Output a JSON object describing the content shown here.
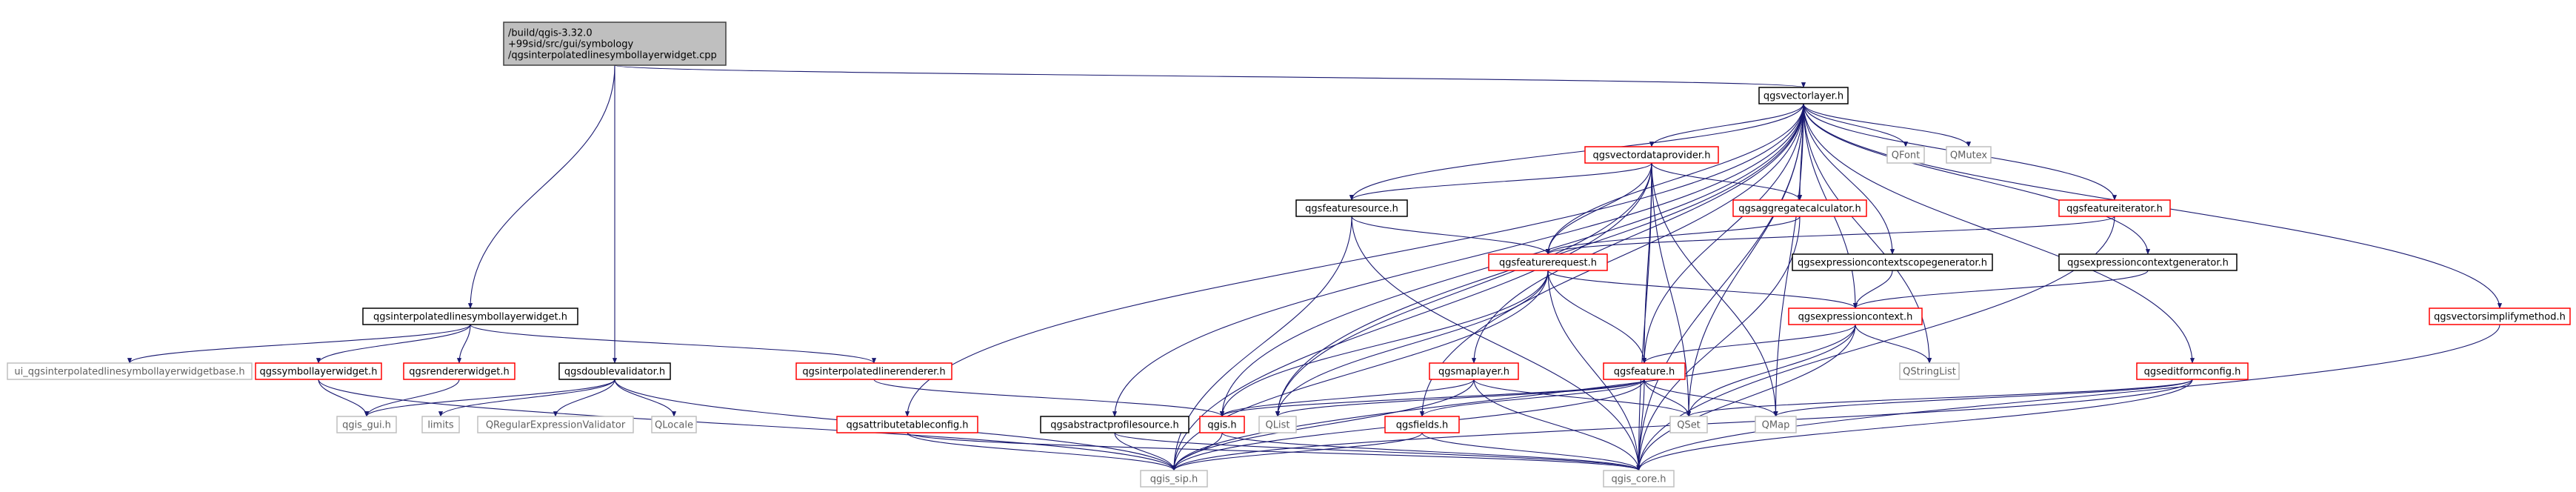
{
  "nodes": [
    {
      "id": "root",
      "lines": [
        "/build/qgis-3.32.0",
        "+99sid/src/gui/symbology",
        "/qgsinterpolatedlinesymbollayerwidget.cpp"
      ],
      "style": "root"
    },
    {
      "id": "qgsvectorlayer_h",
      "lines": [
        "qgsvectorlayer.h"
      ],
      "style": "plain"
    },
    {
      "id": "qfont",
      "lines": [
        "QFont"
      ],
      "style": "ext"
    },
    {
      "id": "qmutex",
      "lines": [
        "QMutex"
      ],
      "style": "ext"
    },
    {
      "id": "qgsvectordataprovider_h",
      "lines": [
        "qgsvectordataprovider.h"
      ],
      "style": "red"
    },
    {
      "id": "qgsfeaturesource_h",
      "lines": [
        "qgsfeaturesource.h"
      ],
      "style": "plain"
    },
    {
      "id": "qgsaggregatecalculator_h",
      "lines": [
        "qgsaggregatecalculator.h"
      ],
      "style": "red"
    },
    {
      "id": "qgsfeatureiterator_h",
      "lines": [
        "qgsfeatureiterator.h"
      ],
      "style": "red"
    },
    {
      "id": "qgsfeaturerequest_h",
      "lines": [
        "qgsfeaturerequest.h"
      ],
      "style": "red"
    },
    {
      "id": "qgsexpressioncontextscopegenerator_h",
      "lines": [
        "qgsexpressioncontextscopegenerator.h"
      ],
      "style": "plain"
    },
    {
      "id": "qgsexpressioncontextgenerator_h",
      "lines": [
        "qgsexpressioncontextgenerator.h"
      ],
      "style": "plain"
    },
    {
      "id": "qgsexpressioncontext_h",
      "lines": [
        "qgsexpressioncontext.h"
      ],
      "style": "red"
    },
    {
      "id": "qstringlist",
      "lines": [
        "QStringList"
      ],
      "style": "ext"
    },
    {
      "id": "qgsvectorsimplifymethod_h",
      "lines": [
        "qgsvectorsimplifymethod.h"
      ],
      "style": "red"
    },
    {
      "id": "qgsinterpolatedlinesymbollayerwidget_h",
      "lines": [
        "qgsinterpolatedlinesymbollayerwidget.h"
      ],
      "style": "plain"
    },
    {
      "id": "ui_base",
      "lines": [
        "ui_qgsinterpolatedlinesymbollayerwidgetbase.h"
      ],
      "style": "ext"
    },
    {
      "id": "qgssymbollayerwidget_h",
      "lines": [
        "qgssymbollayerwidget.h"
      ],
      "style": "red"
    },
    {
      "id": "qgsrendererwidget_h",
      "lines": [
        "qgsrendererwidget.h"
      ],
      "style": "red"
    },
    {
      "id": "qgsdoublevalidator_h",
      "lines": [
        "qgsdoublevalidator.h"
      ],
      "style": "plain"
    },
    {
      "id": "qgsinterpolatedlinerenderer_h",
      "lines": [
        "qgsinterpolatedlinerenderer.h"
      ],
      "style": "red"
    },
    {
      "id": "qgsmaplayer_h",
      "lines": [
        "qgsmaplayer.h"
      ],
      "style": "red"
    },
    {
      "id": "qgsfeature_h",
      "lines": [
        "qgsfeature.h"
      ],
      "style": "red"
    },
    {
      "id": "qgseditformconfig_h",
      "lines": [
        "qgseditformconfig.h"
      ],
      "style": "red"
    },
    {
      "id": "qgis_gui_h",
      "lines": [
        "qgis_gui.h"
      ],
      "style": "ext"
    },
    {
      "id": "limits",
      "lines": [
        "limits"
      ],
      "style": "ext"
    },
    {
      "id": "qregexpvalidator",
      "lines": [
        "QRegularExpressionValidator"
      ],
      "style": "ext"
    },
    {
      "id": "qlocale",
      "lines": [
        "QLocale"
      ],
      "style": "ext"
    },
    {
      "id": "qgis_h",
      "lines": [
        "qgis.h"
      ],
      "style": "red"
    },
    {
      "id": "qlist",
      "lines": [
        "QList"
      ],
      "style": "ext"
    },
    {
      "id": "qgsfields_h",
      "lines": [
        "qgsfields.h"
      ],
      "style": "red"
    },
    {
      "id": "qset",
      "lines": [
        "QSet"
      ],
      "style": "ext"
    },
    {
      "id": "qmap",
      "lines": [
        "QMap"
      ],
      "style": "ext"
    },
    {
      "id": "qgsattributetableconfig_h",
      "lines": [
        "qgsattributetableconfig.h"
      ],
      "style": "red"
    },
    {
      "id": "qgsabstractprofilesource_h",
      "lines": [
        "qgsabstractprofilesource.h"
      ],
      "style": "plain"
    },
    {
      "id": "qgis_sip_h",
      "lines": [
        "qgis_sip.h"
      ],
      "style": "ext"
    },
    {
      "id": "qgis_core_h",
      "lines": [
        "qgis_core.h"
      ],
      "style": "ext"
    }
  ],
  "edges": [
    [
      "root",
      "qgsvectorlayer_h"
    ],
    [
      "root",
      "qgsinterpolatedlinesymbollayerwidget_h"
    ],
    [
      "root",
      "qgsdoublevalidator_h"
    ],
    [
      "qgsvectorlayer_h",
      "qfont"
    ],
    [
      "qgsvectorlayer_h",
      "qmutex"
    ],
    [
      "qgsvectorlayer_h",
      "qgsvectordataprovider_h"
    ],
    [
      "qgsvectorlayer_h",
      "qgsfeaturesource_h"
    ],
    [
      "qgsvectorlayer_h",
      "qgsaggregatecalculator_h"
    ],
    [
      "qgsvectorlayer_h",
      "qgsfeatureiterator_h"
    ],
    [
      "qgsvectorlayer_h",
      "qgsfeaturerequest_h"
    ],
    [
      "qgsvectorlayer_h",
      "qgsexpressioncontextscopegenerator_h"
    ],
    [
      "qgsvectorlayer_h",
      "qgsexpressioncontextgenerator_h"
    ],
    [
      "qgsvectorlayer_h",
      "qgsexpressioncontext_h"
    ],
    [
      "qgsvectorlayer_h",
      "qstringlist"
    ],
    [
      "qgsvectorlayer_h",
      "qgsvectorsimplifymethod_h"
    ],
    [
      "qgsvectorlayer_h",
      "qgsmaplayer_h"
    ],
    [
      "qgsvectorlayer_h",
      "qgsfeature_h"
    ],
    [
      "qgsvectorlayer_h",
      "qgseditformconfig_h"
    ],
    [
      "qgsvectorlayer_h",
      "qgis_h"
    ],
    [
      "qgsvectorlayer_h",
      "qlist"
    ],
    [
      "qgsvectorlayer_h",
      "qgsfields_h"
    ],
    [
      "qgsvectorlayer_h",
      "qset"
    ],
    [
      "qgsvectorlayer_h",
      "qmap"
    ],
    [
      "qgsvectorlayer_h",
      "qgsattributetableconfig_h"
    ],
    [
      "qgsvectorlayer_h",
      "qgsabstractprofilesource_h"
    ],
    [
      "qgsvectorlayer_h",
      "qgis_core_h"
    ],
    [
      "qgsvectordataprovider_h",
      "qgsfeaturesource_h"
    ],
    [
      "qgsvectordataprovider_h",
      "qgsaggregatecalculator_h"
    ],
    [
      "qgsvectordataprovider_h",
      "qgsfeaturerequest_h"
    ],
    [
      "qgsvectordataprovider_h",
      "qgsfeature_h"
    ],
    [
      "qgsvectordataprovider_h",
      "qlist"
    ],
    [
      "qgsvectordataprovider_h",
      "qset"
    ],
    [
      "qgsvectordataprovider_h",
      "qmap"
    ],
    [
      "qgsvectordataprovider_h",
      "qgis_sip_h"
    ],
    [
      "qgsvectordataprovider_h",
      "qgis_core_h"
    ],
    [
      "qgsfeaturesource_h",
      "qgsfeaturerequest_h"
    ],
    [
      "qgsfeaturesource_h",
      "qgis_sip_h"
    ],
    [
      "qgsfeaturesource_h",
      "qgis_core_h"
    ],
    [
      "qgsaggregatecalculator_h",
      "qgsfeaturerequest_h"
    ],
    [
      "qgsaggregatecalculator_h",
      "qgis_core_h"
    ],
    [
      "qgsfeatureiterator_h",
      "qgsfeaturerequest_h"
    ],
    [
      "qgsfeatureiterator_h",
      "qgis_core_h"
    ],
    [
      "qgsfeaturerequest_h",
      "qgsexpressioncontext_h"
    ],
    [
      "qgsfeaturerequest_h",
      "qgsfeature_h"
    ],
    [
      "qgsfeaturerequest_h",
      "qgis_h"
    ],
    [
      "qgsfeaturerequest_h",
      "qlist"
    ],
    [
      "qgsfeaturerequest_h",
      "qgis_sip_h"
    ],
    [
      "qgsfeaturerequest_h",
      "qgis_core_h"
    ],
    [
      "qgsexpressioncontextscopegenerator_h",
      "qgsexpressioncontext_h"
    ],
    [
      "qgsexpressioncontextgenerator_h",
      "qgsexpressioncontext_h"
    ],
    [
      "qgsexpressioncontext_h",
      "qgsfeature_h"
    ],
    [
      "qgsexpressioncontext_h",
      "qstringlist"
    ],
    [
      "qgsexpressioncontext_h",
      "qset"
    ],
    [
      "qgsexpressioncontext_h",
      "qgis_sip_h"
    ],
    [
      "qgsexpressioncontext_h",
      "qgis_core_h"
    ],
    [
      "qgsvectorsimplifymethod_h",
      "qgis_core_h"
    ],
    [
      "qgsinterpolatedlinesymbollayerwidget_h",
      "ui_base"
    ],
    [
      "qgsinterpolatedlinesymbollayerwidget_h",
      "qgssymbollayerwidget_h"
    ],
    [
      "qgsinterpolatedlinesymbollayerwidget_h",
      "qgsrendererwidget_h"
    ],
    [
      "qgsinterpolatedlinesymbollayerwidget_h",
      "qgsinterpolatedlinerenderer_h"
    ],
    [
      "qgssymbollayerwidget_h",
      "qgis_gui_h"
    ],
    [
      "qgssymbollayerwidget_h",
      "qgis_sip_h"
    ],
    [
      "qgsrendererwidget_h",
      "qgis_gui_h"
    ],
    [
      "qgsdoublevalidator_h",
      "qgis_gui_h"
    ],
    [
      "qgsdoublevalidator_h",
      "limits"
    ],
    [
      "qgsdoublevalidator_h",
      "qregexpvalidator"
    ],
    [
      "qgsdoublevalidator_h",
      "qlocale"
    ],
    [
      "qgsdoublevalidator_h",
      "qgis_sip_h"
    ],
    [
      "qgsinterpolatedlinerenderer_h",
      "qgis_h"
    ],
    [
      "qgsmaplayer_h",
      "qgis_h"
    ],
    [
      "qgsmaplayer_h",
      "qset"
    ],
    [
      "qgsmaplayer_h",
      "qgis_sip_h"
    ],
    [
      "qgsmaplayer_h",
      "qgis_core_h"
    ],
    [
      "qgsfeature_h",
      "qgis_h"
    ],
    [
      "qgsfeature_h",
      "qlist"
    ],
    [
      "qgsfeature_h",
      "qgsfields_h"
    ],
    [
      "qgsfeature_h",
      "qset"
    ],
    [
      "qgsfeature_h",
      "qmap"
    ],
    [
      "qgsfeature_h",
      "qgis_sip_h"
    ],
    [
      "qgsfeature_h",
      "qgis_core_h"
    ],
    [
      "qgseditformconfig_h",
      "qset"
    ],
    [
      "qgseditformconfig_h",
      "qmap"
    ],
    [
      "qgseditformconfig_h",
      "qgis_sip_h"
    ],
    [
      "qgseditformconfig_h",
      "qgis_core_h"
    ],
    [
      "qgis_h",
      "qgis_sip_h"
    ],
    [
      "qgis_h",
      "qgis_core_h"
    ],
    [
      "qgsfields_h",
      "qgis_sip_h"
    ],
    [
      "qgsfields_h",
      "qgis_core_h"
    ],
    [
      "qgsattributetableconfig_h",
      "qgis_sip_h"
    ],
    [
      "qgsattributetableconfig_h",
      "qgis_core_h"
    ],
    [
      "qgsabstractprofilesource_h",
      "qgis_sip_h"
    ],
    [
      "qgsabstractprofilesource_h",
      "qgis_core_h"
    ]
  ],
  "colors": {
    "edge": "#191970",
    "plain_border": "#000000",
    "root_fill": "#bfbfbf",
    "root_border": "#404040",
    "red_border": "#ff0000",
    "ext_border": "#bfbfbf",
    "ext_text": "#606060"
  }
}
